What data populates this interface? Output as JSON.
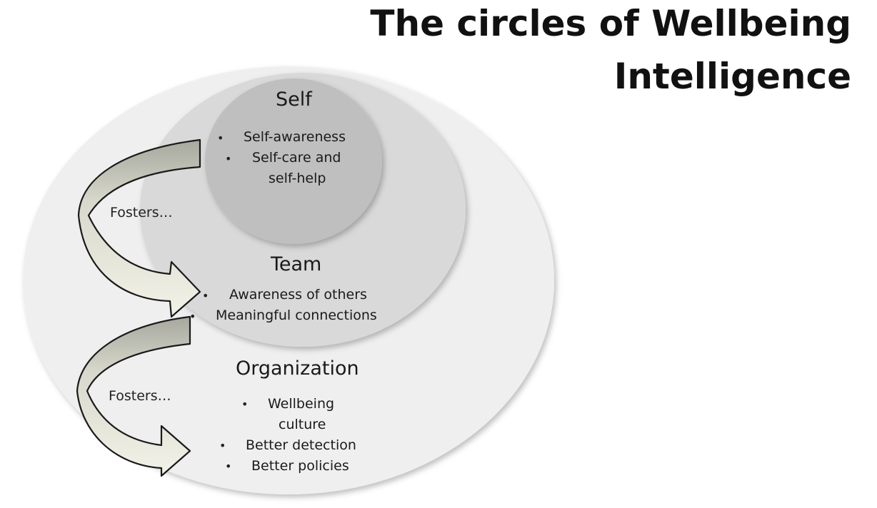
{
  "title": {
    "line1": "The circles of Wellbeing",
    "line2": "Intelligence"
  },
  "self": {
    "heading": "Self",
    "item1": "Self-awareness",
    "item2_line1": "Self-care and",
    "item2_line2": "self-help"
  },
  "team": {
    "heading": "Team",
    "item1": "Awareness of others",
    "item2": "Meaningful connections"
  },
  "organization": {
    "heading": "Organization",
    "item1_line1": "Wellbeing",
    "item1_line2": "culture",
    "item2": "Better detection",
    "item3": "Better policies"
  },
  "arrows": {
    "label_top": "Fosters…",
    "label_bottom": "Fosters…"
  },
  "colors": {
    "outer_circle": "#efefef",
    "team_circle": "#d9d9d9",
    "self_circle": "#bfbfbf",
    "arrow_fill": "#f0efe4",
    "arrow_shade": "#a9aaa0"
  }
}
